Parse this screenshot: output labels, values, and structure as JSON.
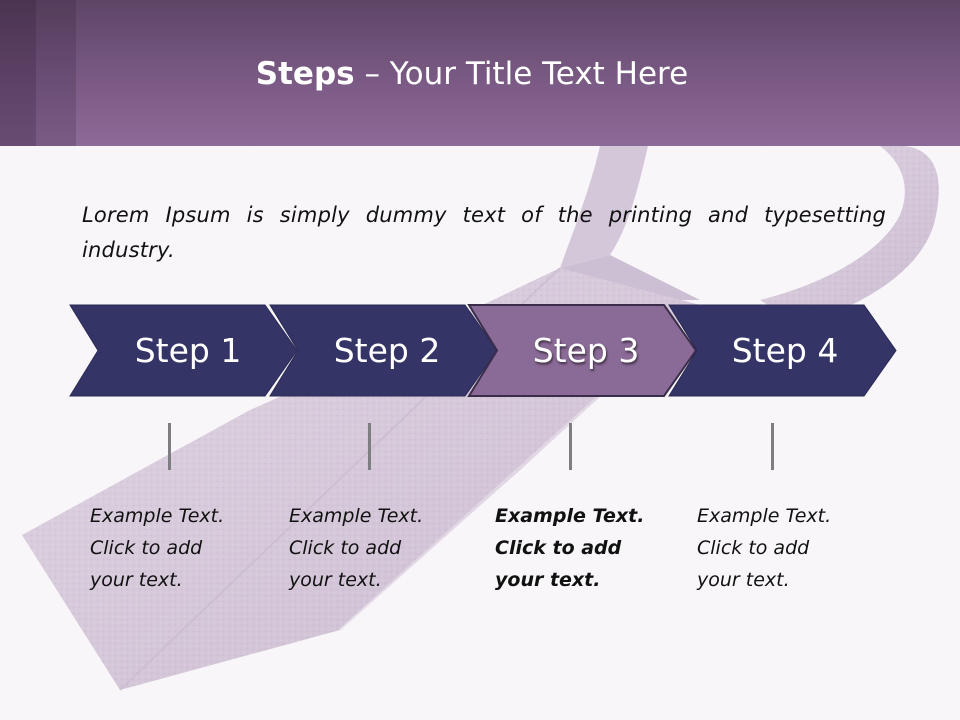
{
  "slide": {
    "title_bold": "Steps",
    "title_rest": " – Your Title Text Here",
    "intro": "Lorem Ipsum is simply dummy text of the printing and typesetting industry."
  },
  "colors": {
    "header": "#7a5a84",
    "step_default": "#343466",
    "step_active": "#8a6a96",
    "tie": "#d9cede",
    "connector": "#7d7d82"
  },
  "steps": [
    {
      "label": "Step 1",
      "active": false,
      "text": [
        "Example Text.",
        "Click  to add",
        "your text."
      ]
    },
    {
      "label": "Step 2",
      "active": false,
      "text": [
        "Example Text.",
        "Click  to add",
        "your text."
      ]
    },
    {
      "label": "Step 3",
      "active": true,
      "text": [
        "Example Text.",
        "Click  to add",
        "your text."
      ]
    },
    {
      "label": "Step 4",
      "active": false,
      "text": [
        "Example Text.",
        "Click  to add",
        "your text."
      ]
    }
  ]
}
